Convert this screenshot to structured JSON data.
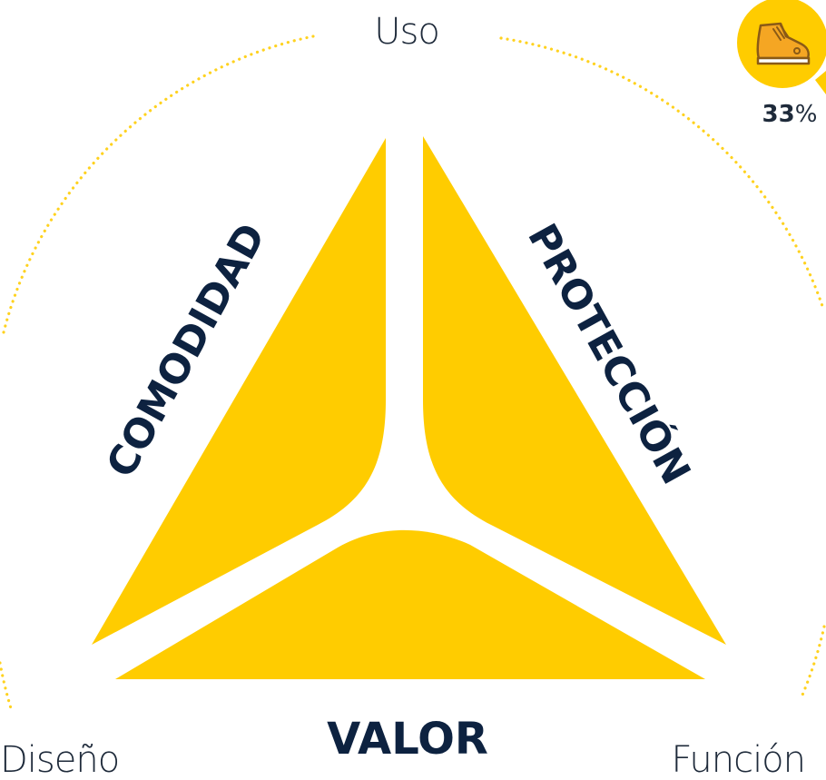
{
  "diagram": {
    "corners": {
      "top": "Uso",
      "bottom_left": "Diseño",
      "bottom_right": "Función"
    },
    "segments": {
      "left": "COMODIDAD",
      "right": "PROTECCIÓN",
      "bottom": "VALOR"
    },
    "badge": {
      "icon": "boot-icon",
      "value": "33",
      "unit": "%"
    },
    "colors": {
      "segment_fill": "#FFCC00",
      "segment_text": "#0D2240",
      "corner_text": "#1E2A3A",
      "ring_dots": "#FFD21F",
      "badge_fill": "#FFCC00",
      "icon_stroke": "#8A5A16",
      "icon_fill": "#F5A623"
    }
  }
}
